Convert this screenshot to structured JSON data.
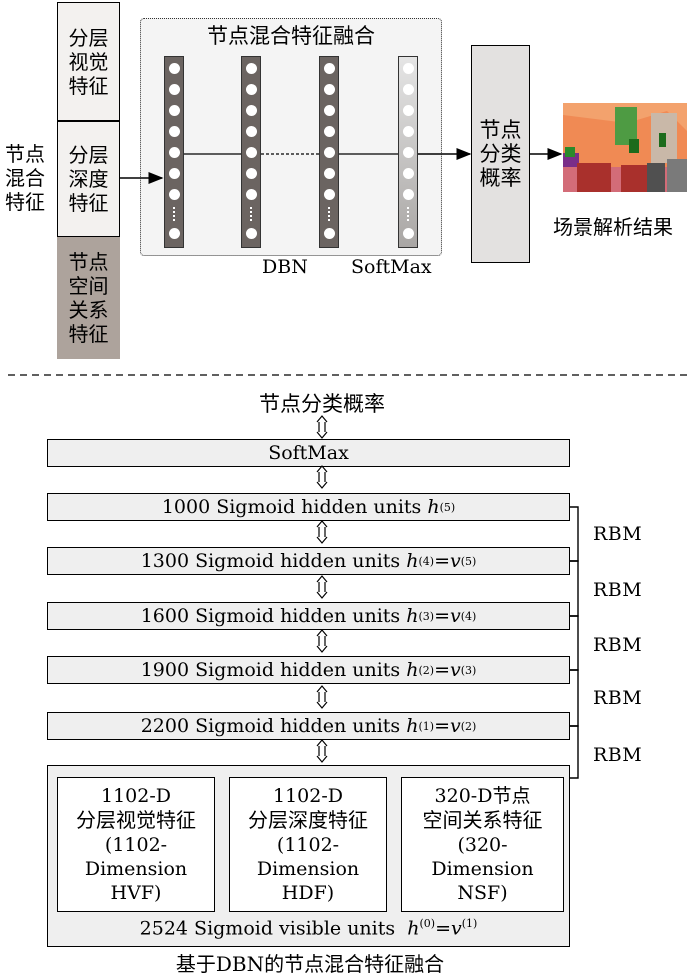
{
  "top": {
    "left_label": "节点\n混合\n特征",
    "feature_boxes": [
      {
        "label": "分层\n视觉\n特征"
      },
      {
        "label": "分层\n深度\n特征"
      },
      {
        "label": "节点\n空间\n关系\n特征"
      }
    ],
    "fusion_title": "节点混合特征融合",
    "dbn_label": "DBN",
    "softmax_label": "SoftMax",
    "prob_box_label": "节点\n分类\n概率",
    "result_label": "场景解析结果"
  },
  "bottom": {
    "top_label": "节点分类概率",
    "softmax_label": "SoftMax",
    "layers": [
      {
        "text": "1000 Sigmoid hidden units ",
        "var": "h",
        "sup": "(5)",
        "rest": ""
      },
      {
        "text": "1300 Sigmoid hidden units ",
        "var": "h",
        "sup": "(4)",
        "rest": "=v",
        "rest_sup": "(5)"
      },
      {
        "text": "1600 Sigmoid hidden units ",
        "var": "h",
        "sup": "(3)",
        "rest": "=v",
        "rest_sup": "(4)"
      },
      {
        "text": "1900 Sigmoid hidden units ",
        "var": "h",
        "sup": "(2)",
        "rest": "=v",
        "rest_sup": "(3)"
      },
      {
        "text": "2200 Sigmoid hidden units ",
        "var": "h",
        "sup": "(1)",
        "rest": "=v",
        "rest_sup": "(2)"
      }
    ],
    "rbm_label": "RBM",
    "inputs": [
      {
        "line1": "1102-D",
        "line2": "分层视觉特征",
        "line3": "(1102-",
        "line4": "Dimension",
        "line5": "HVF)"
      },
      {
        "line1": "1102-D",
        "line2": "分层深度特征",
        "line3": "(1102-",
        "line4": "Dimension",
        "line5": "HDF)"
      },
      {
        "line1": "320-D节点",
        "line2": "空间关系特征",
        "line3": "(320-",
        "line4": "Dimension",
        "line5": "NSF)"
      }
    ],
    "visible_text": "2524 Sigmoid visible units ",
    "visible_var": "h",
    "visible_sup": "(0)",
    "visible_rest": "=v",
    "visible_rest_sup": "(1)",
    "caption": "基于DBN的节点混合特征融合"
  }
}
